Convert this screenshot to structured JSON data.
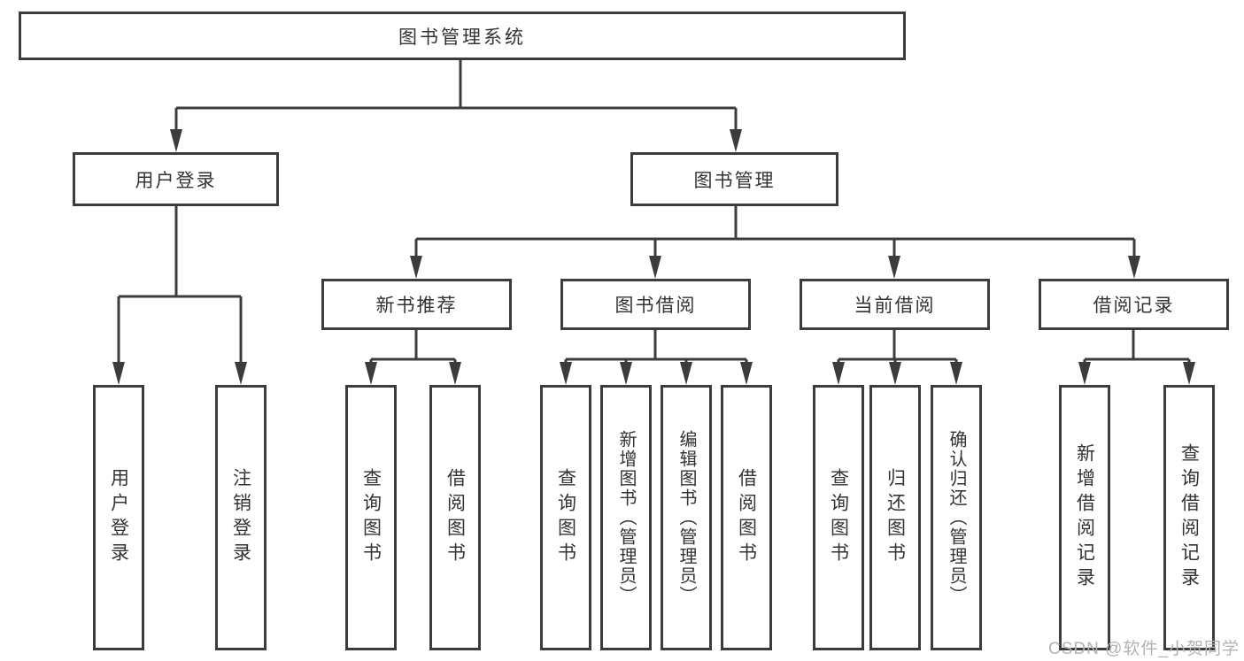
{
  "tree": {
    "label": "图书管理系统",
    "children": [
      {
        "label": "用户登录",
        "children": [
          {
            "label": "用户登录"
          },
          {
            "label": "注销登录"
          }
        ]
      },
      {
        "label": "图书管理",
        "children": [
          {
            "label": "新书推荐",
            "children": [
              {
                "label": "查询图书"
              },
              {
                "label": "借阅图书"
              }
            ]
          },
          {
            "label": "图书借阅",
            "children": [
              {
                "label": "查询图书"
              },
              {
                "label": "新增图书（管理员）"
              },
              {
                "label": "编辑图书（管理员）"
              },
              {
                "label": "借阅图书"
              }
            ]
          },
          {
            "label": "当前借阅",
            "children": [
              {
                "label": "查询图书"
              },
              {
                "label": "归还图书"
              },
              {
                "label": "确认归还（管理员）"
              }
            ]
          },
          {
            "label": "借阅记录",
            "children": [
              {
                "label": "新增借阅记录"
              },
              {
                "label": "查询借阅记录"
              }
            ]
          }
        ]
      }
    ]
  },
  "watermark": {
    "text": "CSDN @软件_小贺同学"
  },
  "colors": {
    "line": "#3c3c3c",
    "text": "#333333",
    "background": "#ffffff",
    "watermark": "#b3b3b3"
  }
}
